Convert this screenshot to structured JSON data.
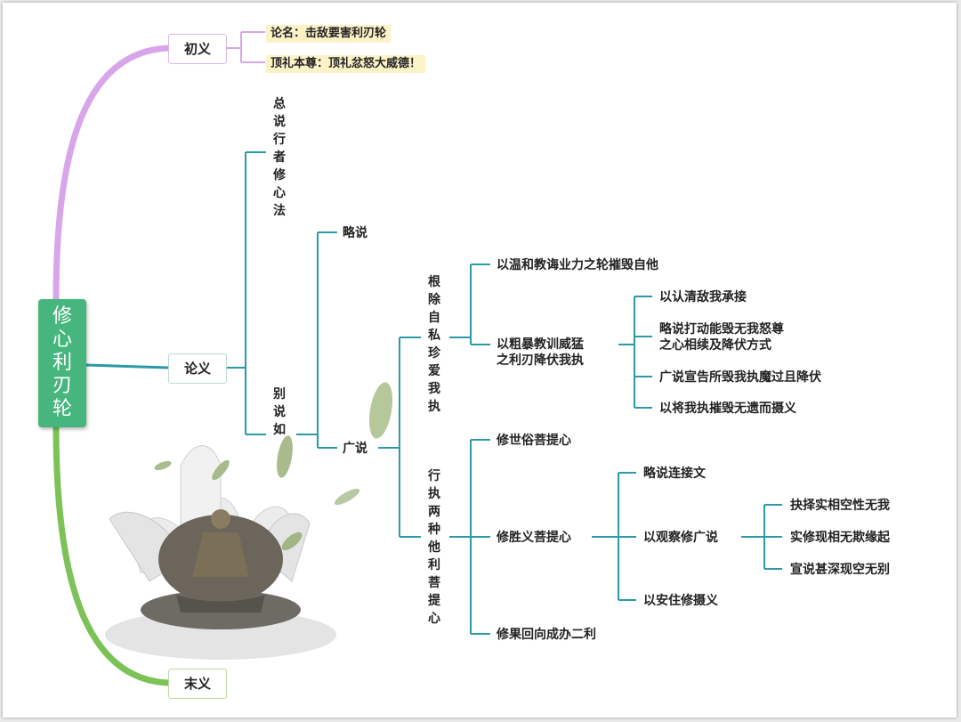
{
  "root": {
    "label": "修心利刃轮"
  },
  "branches": {
    "chuyi": {
      "label": "初义",
      "items": [
        "论名：击敌要害利刃轮",
        "顶礼本尊：顶礼忿怒大威德！"
      ]
    },
    "lunyi": {
      "label": "论义",
      "zongshuo": "总说行者修心法",
      "bieshuo": "别说如",
      "lueshuo": "略说",
      "guangshuo": "广说",
      "genchu": {
        "label": "根除自私珍爱我执",
        "item1": "以温和教诲业力之轮摧毁自他",
        "item2": "以粗暴教训威猛之利刃降伏我执",
        "item2_line1": "以粗暴教训威猛",
        "item2_line2": "之利刃降伏我执",
        "sub": [
          "以认清敌我承接",
          "略说打动能毁无我怒尊之心相续及降伏方式",
          "广说宣告所毁我执魔过且降伏",
          "以将我执摧毁无遗而摄义"
        ],
        "sub2_line1": "略说打动能毁无我怒尊",
        "sub2_line2": "之心相续及降伏方式"
      },
      "xingzhi": {
        "label": "行执两种他利菩提心",
        "item1": "修世俗菩提心",
        "item2": "修胜义菩提心",
        "item3": "修果回向成办二利",
        "sheng_sub": [
          "略说连接文",
          "以观察修广说",
          "以安住修摄义"
        ],
        "guancha_sub": [
          "抉择实相空性无我",
          "实修现相无欺缘起",
          "宣说甚深现空无别"
        ]
      }
    },
    "moyi": {
      "label": "末义"
    }
  },
  "colors": {
    "teal": "#2a9aa8",
    "purple": "#d7a6ea",
    "green": "#7cc257",
    "root_fill": "#47b57e",
    "highlight": "#fbf2c8"
  }
}
